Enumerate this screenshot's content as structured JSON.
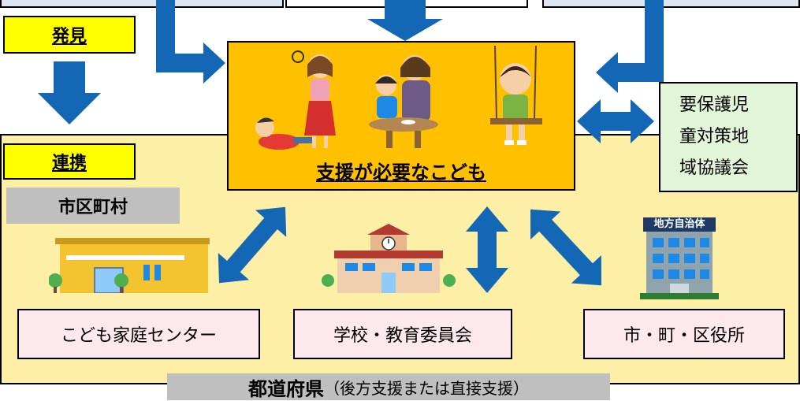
{
  "top_boxes": [
    "",
    "",
    ""
  ],
  "discovery": {
    "label": "発見"
  },
  "cooperation": {
    "label": "連携"
  },
  "center": {
    "caption": "支援が必要なこども"
  },
  "council": {
    "lines": [
      "要保護児",
      "童対策地",
      "域協議会"
    ]
  },
  "municipality": {
    "label": "市区町村"
  },
  "prefecture": {
    "label_bold": "都道府県",
    "label_note": "（後方支援または直接支援）"
  },
  "city_hall_sign": {
    "text": "地方自治体"
  },
  "agencies": [
    {
      "label": "こども家庭センター"
    },
    {
      "label": "学校・教育委員会"
    },
    {
      "label": "市・町・区役所"
    }
  ],
  "colors": {
    "arrow": "#1467b5",
    "center_fill": "#ffc000",
    "region_fill": "#fdf0a6",
    "yellow_tag": "#ffff00",
    "pink_box": "#fde9ec",
    "green_box": "#e2f5d9",
    "gray_label": "#bfbfbf",
    "top_box_fill": "#dce6f2"
  }
}
